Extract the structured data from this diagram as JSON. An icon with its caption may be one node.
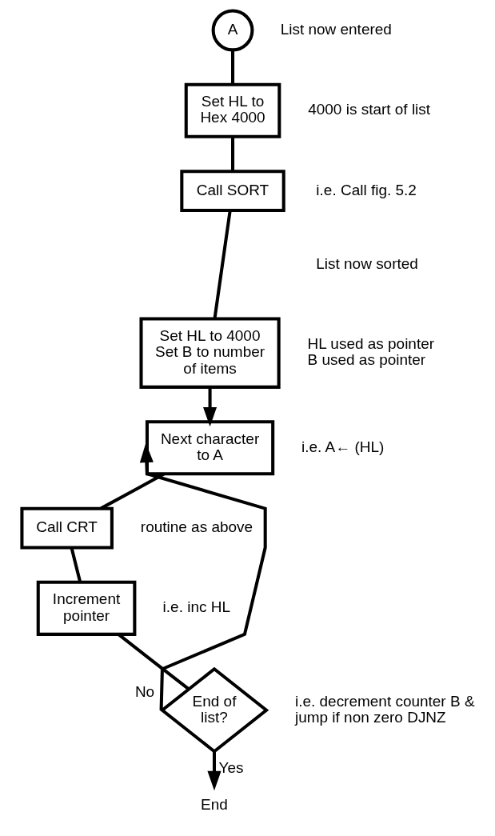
{
  "diagram": {
    "nodes": [
      {
        "text": [
          "A"
        ],
        "beside": [
          "List now entered"
        ]
      },
      {
        "text": [
          "Set HL to Hex 4000"
        ],
        "beside": [
          "4000 is start of list"
        ]
      },
      {
        "text": [
          "Call SORT"
        ],
        "beside": [
          "i.e. Call fig. 5.2"
        ]
      },
      {
        "text": [
          "Set HL to 4000 Set B to number of items"
        ],
        "beside": [
          "HL used as pointer",
          "B used as pointer"
        ]
      },
      {
        "text": [
          "Next character to A"
        ],
        "beside": [
          "i.e. A← (HL)"
        ]
      },
      {
        "text": [
          "Call CRT"
        ],
        "beside": [
          "routine as above"
        ]
      },
      {
        "text": [
          "Increment pointer"
        ],
        "beside": [
          "i.e. inc HL"
        ]
      },
      {
        "text": [
          "End of list?"
        ],
        "beside": [
          "i.e. decrement counter B & jump if non zero DJNZ"
        ]
      },
      {
        "text": [
          "End"
        ]
      }
    ],
    "edges": [
      {
        "from": 0,
        "to": 1,
        "arrow": "none"
      },
      {
        "from": 1,
        "to": 2,
        "arrow": "none"
      },
      {
        "from": 2,
        "to": 3,
        "arrow": "none"
      },
      {
        "from": 3,
        "to": 4,
        "arrow": "to"
      },
      {
        "from": 4,
        "to": 5,
        "arrow": "none"
      },
      {
        "from": 5,
        "to": 6,
        "arrow": "none"
      },
      {
        "from": 6,
        "to": 7,
        "arrow": "none"
      },
      {
        "from": 7,
        "to": 4,
        "arrow": "to",
        "label": "No"
      },
      {
        "from": 7,
        "to": 8,
        "arrow": "to",
        "label": "Yes"
      }
    ],
    "labels": [
      "List now sorted"
    ]
  }
}
